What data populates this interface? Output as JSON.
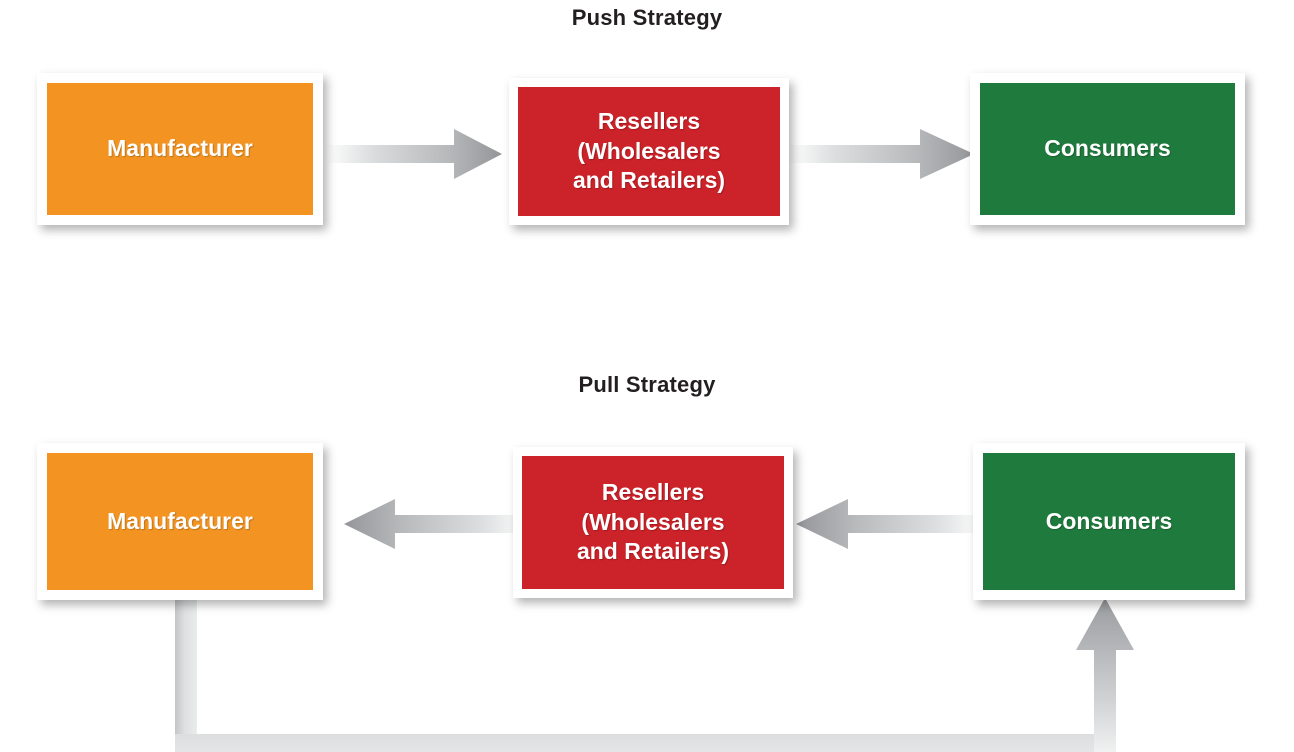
{
  "figure": {
    "background": "#ffffff",
    "sections": [
      {
        "id": "push",
        "title": "Push Strategy",
        "flow_direction": "left-to-right",
        "nodes": [
          {
            "label": "Manufacturer",
            "color": "#F39422",
            "role": "manufacturer"
          },
          {
            "label": "Resellers\n(Wholesalers\nand Retailers)",
            "color": "#CC2229",
            "role": "resellers"
          },
          {
            "label": "Consumers",
            "color": "#1F7A3D",
            "role": "consumers"
          }
        ],
        "connectors": [
          {
            "from": "manufacturer",
            "to": "resellers",
            "type": "block-arrow",
            "direction": "right",
            "color": "#A7A9AC"
          },
          {
            "from": "resellers",
            "to": "consumers",
            "type": "block-arrow",
            "direction": "right",
            "color": "#A7A9AC"
          }
        ]
      },
      {
        "id": "pull",
        "title": "Pull Strategy",
        "flow_direction": "right-to-left",
        "nodes": [
          {
            "label": "Manufacturer",
            "color": "#F39422",
            "role": "manufacturer"
          },
          {
            "label": "Resellers\n(Wholesalers\nand Retailers)",
            "color": "#CC2229",
            "role": "resellers"
          },
          {
            "label": "Consumers",
            "color": "#1F7A3D",
            "role": "consumers"
          }
        ],
        "connectors": [
          {
            "from": "consumers",
            "to": "resellers",
            "type": "block-arrow",
            "direction": "left",
            "color": "#A7A9AC"
          },
          {
            "from": "resellers",
            "to": "manufacturer",
            "type": "block-arrow",
            "direction": "left",
            "color": "#A7A9AC"
          },
          {
            "from": "manufacturer",
            "to": "consumers",
            "type": "elbow-arrow",
            "direction": "up",
            "color": "#D6D8D9"
          }
        ]
      }
    ]
  },
  "labels": {
    "push_title": "Push Strategy",
    "pull_title": "Pull Strategy",
    "manufacturer": "Manufacturer",
    "resellers_line1": "Resellers",
    "resellers_line2": "(Wholesalers",
    "resellers_line3": "and Retailers)",
    "consumers": "Consumers"
  },
  "colors": {
    "orange": "#F39422",
    "red": "#CC2229",
    "green": "#1F7A3D",
    "arrow_gray": "#A7A9AC",
    "elbow_gray": "#D6D8D9",
    "title_text": "#231f20",
    "node_text": "#ffffff",
    "node_frame": "#ffffff"
  }
}
